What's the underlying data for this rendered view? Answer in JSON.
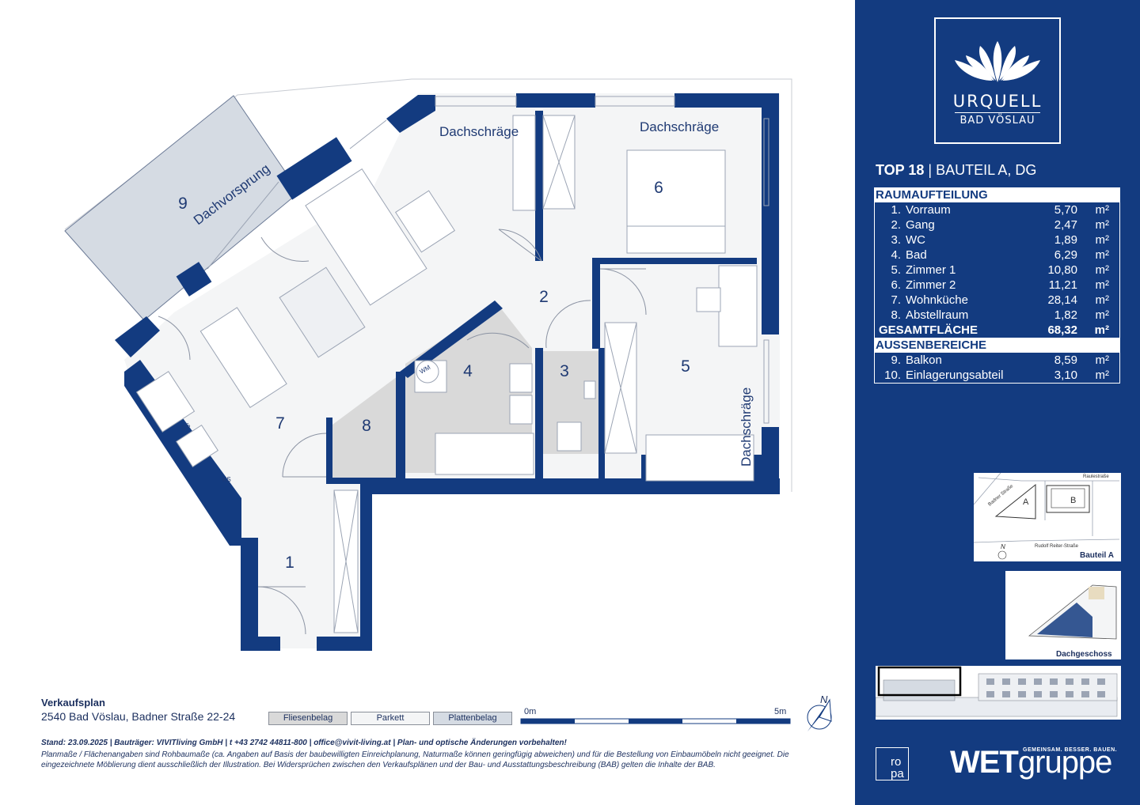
{
  "colors": {
    "brand_navy": "#133b80",
    "wall": "#133b80",
    "parkett": "#f4f5f6",
    "fliesen": "#d9d9d9",
    "platten": "#d5dbe3",
    "balcony": "#d5dbe3"
  },
  "plan": {
    "room_numbers": [
      "1",
      "2",
      "3",
      "4",
      "5",
      "6",
      "7",
      "8",
      "9"
    ],
    "labels": {
      "dachschraege": "Dachschräge",
      "dachvorsprung": "Dachvorsprung",
      "wm": "WM",
      "gs": "GS",
      "ks": "KS"
    }
  },
  "logo": {
    "name": "URQUELL",
    "sub": "BAD VÖSLAU"
  },
  "unit": {
    "top": "TOP 18",
    "separator": " | ",
    "bauteil": "BAUTEIL A, DG"
  },
  "raumaufteilung": {
    "heading": "RAUMAUFTEILUNG",
    "rows": [
      {
        "num": "1.",
        "name": "Vorraum",
        "area": "5,70",
        "unit": "m²"
      },
      {
        "num": "2.",
        "name": "Gang",
        "area": "2,47",
        "unit": "m²"
      },
      {
        "num": "3.",
        "name": "WC",
        "area": "1,89",
        "unit": "m²"
      },
      {
        "num": "4.",
        "name": "Bad",
        "area": "6,29",
        "unit": "m²"
      },
      {
        "num": "5.",
        "name": "Zimmer 1",
        "area": "10,80",
        "unit": "m²"
      },
      {
        "num": "6.",
        "name": "Zimmer 2",
        "area": "11,21",
        "unit": "m²"
      },
      {
        "num": "7.",
        "name": "Wohnküche",
        "area": "28,14",
        "unit": "m²"
      },
      {
        "num": "8.",
        "name": "Abstellraum",
        "area": "1,82",
        "unit": "m²"
      }
    ],
    "total_label": "GESAMTFLÄCHE",
    "total_area": "68,32",
    "total_unit": "m²"
  },
  "aussenbereiche": {
    "heading": "AUSSENBEREICHE",
    "rows": [
      {
        "num": "9.",
        "name": "Balkon",
        "area": "8,59",
        "unit": "m²"
      },
      {
        "num": "10.",
        "name": "Einlagerungsabteil",
        "area": "3,10",
        "unit": "m²"
      }
    ]
  },
  "site_map": {
    "street_top": "Raulestraße",
    "street_left": "Badner Straße",
    "street_bottom": "Rudolf Reiter-Straße",
    "building_a": "A",
    "building_b": "B",
    "north": "N",
    "caption": "Bauteil A"
  },
  "floor_map": {
    "caption": "Dachgeschoss"
  },
  "footer": {
    "title": "Verkaufsplan",
    "address": "2540 Bad Vöslau, Badner Straße  22-24",
    "legend": [
      "Fliesenbelag",
      "Parkett",
      "Plattenbelag"
    ],
    "scale_start": "0m",
    "scale_end": "5m",
    "north": "N",
    "stand_line": "Stand: 23.09.2025 | Bauträger: VIVITliving GmbH | t +43 2742 44811-800 | office@vivit-living.at | Plan- und optische Änderungen vorbehalten!",
    "disclaimer": "Planmaße / Flächenangaben sind Rohbaumaße (ca. Angaben auf Basis der baubewilligten Einreichplanung, Naturmaße können geringfügig abweichen) und für die Bestellung von Einbaumöbeln nicht geeignet. Die eingezeichnete Möblierung dient ausschließlich der Illustration. Bei Widersprüchen zwischen den Verkaufsplänen und der Bau- und Ausstattungsbeschreibung (BAB) gelten die Inhalte der BAB."
  },
  "branding": {
    "roppa_line1": "ro",
    "roppa_line2": "pa",
    "wet_bold": "WET",
    "wet_light": "gruppe",
    "slogan": "GEMEINSAM. BESSER. BAUEN."
  }
}
